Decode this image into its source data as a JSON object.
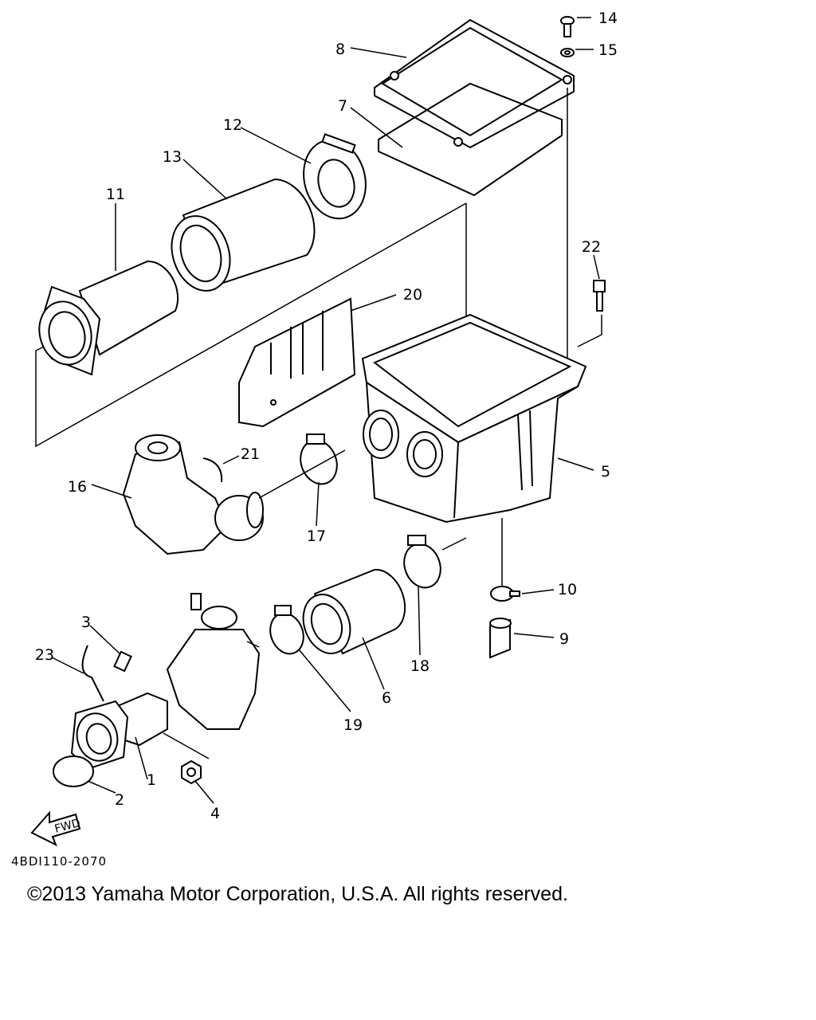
{
  "callouts": {
    "p1": "1",
    "p2": "2",
    "p3": "3",
    "p4": "4",
    "p5": "5",
    "p6": "6",
    "p7": "7",
    "p8": "8",
    "p9": "9",
    "p10": "10",
    "p11": "11",
    "p12": "12",
    "p13": "13",
    "p14": "14",
    "p15": "15",
    "p16": "16",
    "p17": "17",
    "p18": "18",
    "p19": "19",
    "p20": "20",
    "p21": "21",
    "p22": "22",
    "p23": "23"
  },
  "fwd_label": "FWD",
  "drawing_code": "4BDI110-2070",
  "copyright": "©2013 Yamaha Motor Corporation, U.S.A. All rights reserved."
}
